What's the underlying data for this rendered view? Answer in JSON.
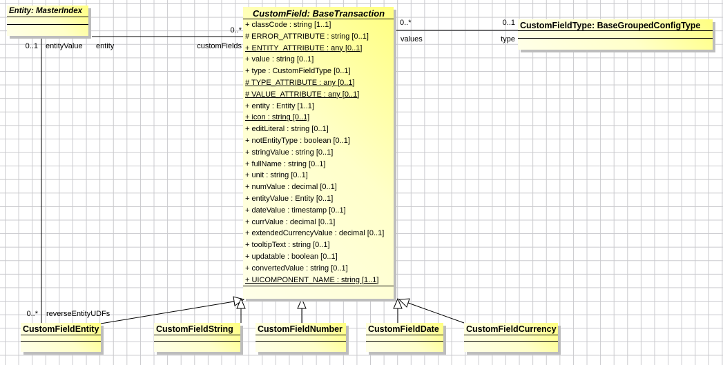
{
  "diagram": {
    "entity": {
      "title": "Entity: MasterIndex"
    },
    "custom_field": {
      "title": "CustomField: BaseTransaction",
      "attributes": [
        {
          "t": "+ classCode : string [1..1]",
          "u": false
        },
        {
          "t": "# ERROR_ATTRIBUTE : string [0..1]",
          "u": false
        },
        {
          "t": "+ ENTITY_ATTRIBUTE : any [0..1]",
          "u": true
        },
        {
          "t": "+ value : string [0..1]",
          "u": false
        },
        {
          "t": "+ type : CustomFieldType [0..1]",
          "u": false
        },
        {
          "t": "# TYPE_ATTRIBUTE : any [0..1]",
          "u": true
        },
        {
          "t": "# VALUE_ATTRIBUTE : any [0..1]",
          "u": true
        },
        {
          "t": "+ entity : Entity [1..1]",
          "u": false
        },
        {
          "t": "+ icon : string [0..1]",
          "u": true
        },
        {
          "t": "+ editLiteral : string [0..1]",
          "u": false
        },
        {
          "t": "+ notEntityType : boolean [0..1]",
          "u": false
        },
        {
          "t": "+ stringValue : string [0..1]",
          "u": false
        },
        {
          "t": "+ fullName : string [0..1]",
          "u": false
        },
        {
          "t": "+ unit : string [0..1]",
          "u": false
        },
        {
          "t": "+ numValue : decimal [0..1]",
          "u": false
        },
        {
          "t": "+ entityValue : Entity [0..1]",
          "u": false
        },
        {
          "t": "+ dateValue : timestamp [0..1]",
          "u": false
        },
        {
          "t": "+ currValue : decimal [0..1]",
          "u": false
        },
        {
          "t": "+ extendedCurrencyValue : decimal [0..1]",
          "u": false
        },
        {
          "t": "+ tooltipText : string [0..1]",
          "u": false
        },
        {
          "t": "+ updatable : boolean [0..1]",
          "u": false
        },
        {
          "t": "+ convertedValue : string [0..1]",
          "u": false
        },
        {
          "t": "+ UICOMPONENT_NAME : string [1..1]",
          "u": true
        }
      ]
    },
    "custom_field_type": {
      "title": "CustomFieldType: BaseGroupedConfigType"
    },
    "subclasses": [
      {
        "name": "CustomFieldEntity"
      },
      {
        "name": "CustomFieldString"
      },
      {
        "name": "CustomFieldNumber"
      },
      {
        "name": "CustomFieldDate"
      },
      {
        "name": "CustomFieldCurrency"
      }
    ],
    "labels": {
      "assoc_entity_cf_mult": "0..*",
      "assoc_entity_cf_role_left": "entity",
      "assoc_entity_cf_role_right": "customFields",
      "assoc_entityvalue_mult_top": "0..1",
      "assoc_entityvalue_role_top": "entityValue",
      "assoc_entityvalue_mult_bottom": "0..*",
      "assoc_entityvalue_role_bottom": "reverseEntityUDFs",
      "assoc_type_mult_left": "0..*",
      "assoc_type_role_left": "values",
      "assoc_type_mult_right": "0..1",
      "assoc_type_role_right": "type"
    },
    "colors": {
      "box_yellow": "#ffff80",
      "box_pale": "#ffffe9",
      "shadow": "#bdbdbd",
      "grid": "#c9c9cd",
      "line": "#000000"
    }
  }
}
